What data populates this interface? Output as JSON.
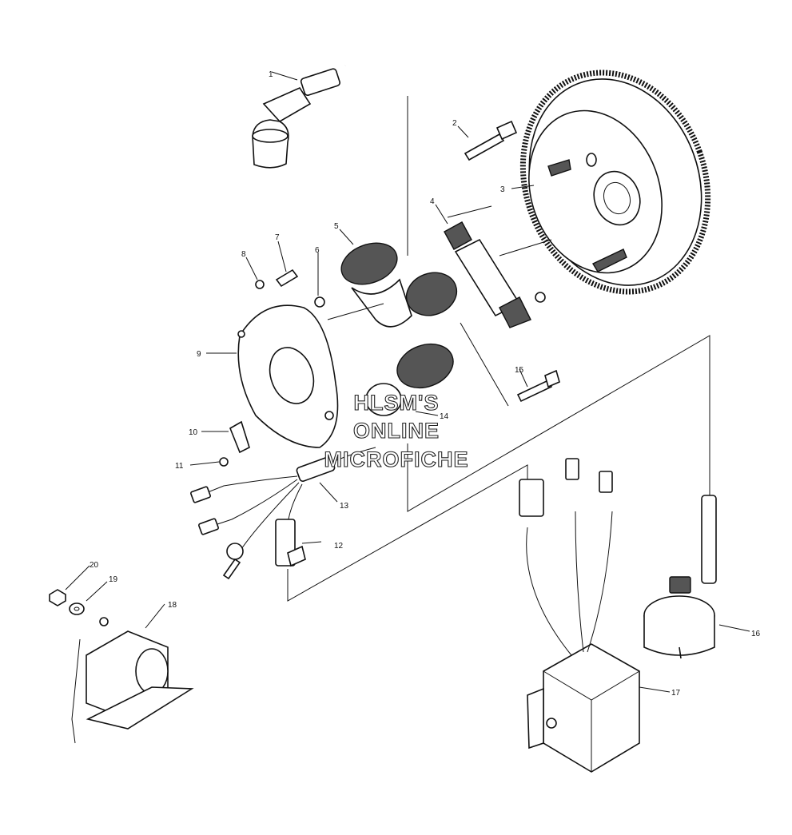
{
  "diagram": {
    "callouts": [
      {
        "id": "c1",
        "label": "1"
      },
      {
        "id": "c2",
        "label": "2"
      },
      {
        "id": "c3",
        "label": "3"
      },
      {
        "id": "c4",
        "label": "4"
      },
      {
        "id": "c5",
        "label": "5"
      },
      {
        "id": "c6",
        "label": "6"
      },
      {
        "id": "c7",
        "label": "7"
      },
      {
        "id": "c8",
        "label": "8"
      },
      {
        "id": "c9",
        "label": "9"
      },
      {
        "id": "c10",
        "label": "10"
      },
      {
        "id": "c11",
        "label": "11"
      },
      {
        "id": "c12",
        "label": "12"
      },
      {
        "id": "c13",
        "label": "13"
      },
      {
        "id": "c14",
        "label": "14"
      },
      {
        "id": "c15",
        "label": "15"
      },
      {
        "id": "c16",
        "label": "16"
      },
      {
        "id": "c17",
        "label": "17"
      },
      {
        "id": "c18",
        "label": "18"
      },
      {
        "id": "c19",
        "label": "19"
      },
      {
        "id": "c20",
        "label": "20"
      }
    ]
  },
  "watermark": {
    "line1": "HLSM'S",
    "line2": "ONLINE",
    "line3": "MICROFICHE"
  },
  "colors": {
    "ink": "#111111",
    "paper": "#ffffff"
  }
}
